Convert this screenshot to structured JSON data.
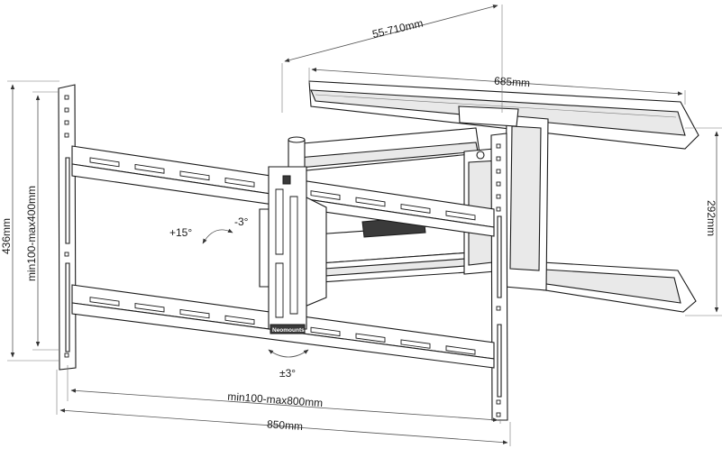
{
  "diagram": {
    "brand_label": "Neomounts",
    "dimensions": {
      "arm_extension": "55-710mm",
      "wall_plate_width": "685mm",
      "wall_plate_height": "292mm",
      "total_height": "436mm",
      "vesa_vertical": "min100-max400mm",
      "vesa_horizontal": "min100-max800mm",
      "total_width": "850mm"
    },
    "angles": {
      "tilt_up": "+15°",
      "tilt_down": "-3°",
      "rotation": "±3°"
    }
  }
}
